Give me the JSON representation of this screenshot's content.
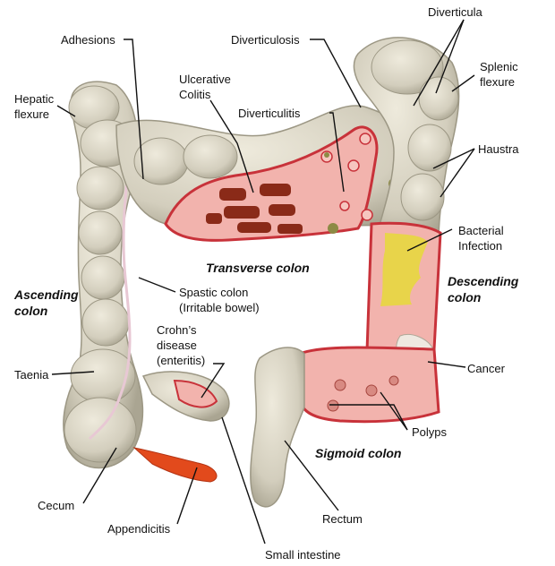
{
  "labels": {
    "adhesions": "Adhesions",
    "hepatic_flexure": "Hepatic\nflexure",
    "diverticulosis": "Diverticulosis",
    "diverticula": "Diverticula",
    "splenic_flexure": "Splenic\nflexure",
    "ulcerative_colitis": "Ulcerative\nColitis",
    "diverticulitis": "Diverticulitis",
    "haustra": "Haustra",
    "bacterial_infection": "Bacterial\nInfection",
    "spastic_colon": "Spastic colon\n(Irritable bowel)",
    "crohns_disease": "Crohn’s\ndisease\n(enteritis)",
    "taenia": "Taenia",
    "cancer": "Cancer",
    "polyps": "Polyps",
    "cecum": "Cecum",
    "appendicitis": "Appendicitis",
    "rectum": "Rectum",
    "small_intestine": "Small intestine"
  },
  "regions": {
    "transverse_colon": "Transverse colon",
    "ascending_colon": "Ascending\ncolon",
    "descending_colon": "Descending\ncolon",
    "sigmoid_colon": "Sigmoid colon"
  },
  "colors": {
    "colon_outer": "#d6d2c1",
    "colon_shadow": "#b3ae9a",
    "mucosa": "#f2b3ad",
    "wall": "#c8323a",
    "ulcer": "#8a2a18",
    "infection": "#e8d44a",
    "appendix": "#e24a1c",
    "taenia_band": "#e8c8d4",
    "leader": "#111111"
  }
}
